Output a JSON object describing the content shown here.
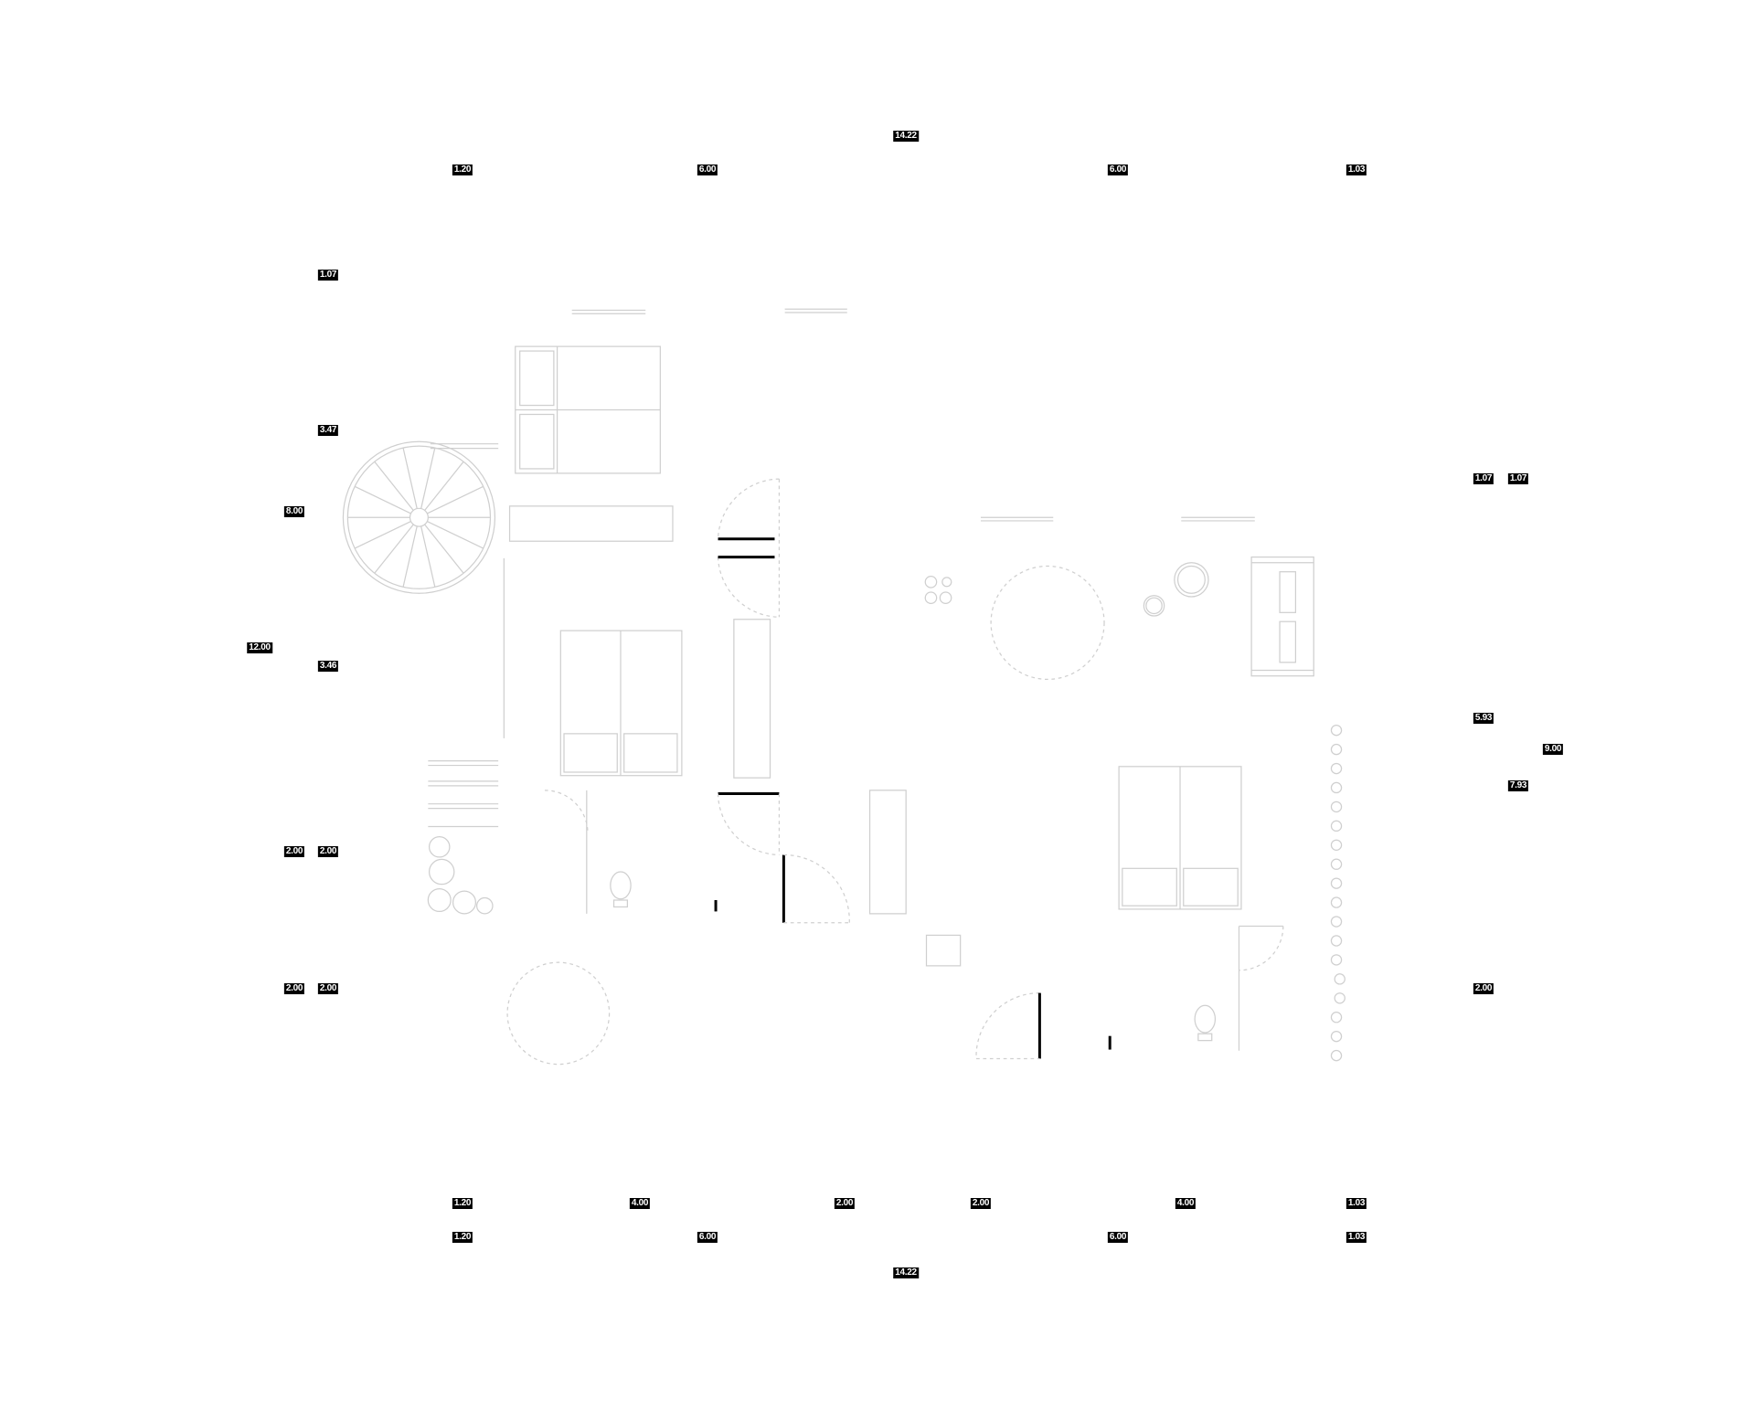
{
  "dimensions": {
    "top": {
      "overall": "14.22",
      "segments": [
        "1.20",
        "6.00",
        "6.00",
        "1.03"
      ]
    },
    "left": {
      "outer": "12.00",
      "middle": "8.00",
      "inner": [
        "1.07",
        "3.47",
        "3.46"
      ],
      "lower_outer": [
        "2.00",
        "2.00"
      ],
      "lower_inner": [
        "2.00",
        "2.00"
      ]
    },
    "right": {
      "inner": [
        "1.07",
        "5.93",
        "2.00"
      ],
      "middle": [
        "1.07",
        "7.93"
      ],
      "outer": "9.00"
    },
    "bottom": {
      "row1": [
        "1.20",
        "4.00",
        "2.00",
        "2.00",
        "4.00",
        "1.03"
      ],
      "row2": [
        "1.20",
        "6.00",
        "6.00",
        "1.03"
      ],
      "overall": "14.22"
    }
  },
  "colors": {
    "linework": "#cfcfcf",
    "label_bg": "#000000",
    "label_text": "#ffffff"
  }
}
